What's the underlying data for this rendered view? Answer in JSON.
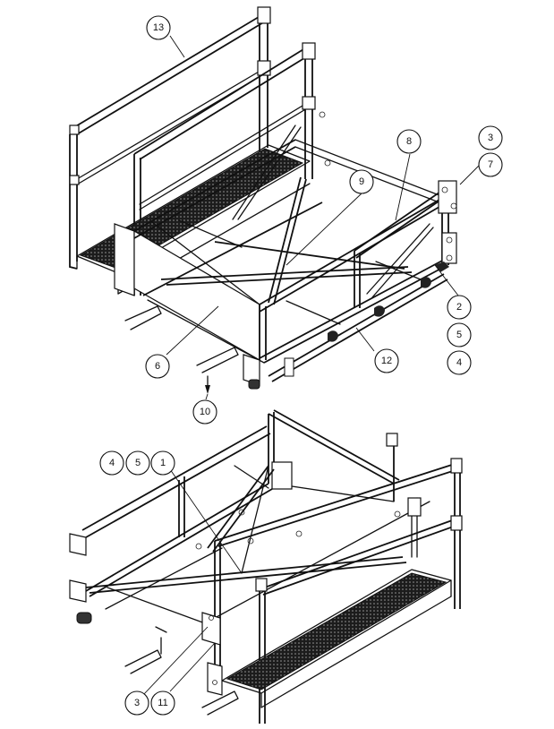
{
  "callouts": [
    {
      "id": "13",
      "label": "13"
    },
    {
      "id": "3a",
      "label": "3"
    },
    {
      "id": "8",
      "label": "8"
    },
    {
      "id": "7",
      "label": "7"
    },
    {
      "id": "9",
      "label": "9"
    },
    {
      "id": "2",
      "label": "2"
    },
    {
      "id": "5a",
      "label": "5"
    },
    {
      "id": "4a",
      "label": "4"
    },
    {
      "id": "12",
      "label": "12"
    },
    {
      "id": "6",
      "label": "6"
    },
    {
      "id": "10",
      "label": "10"
    },
    {
      "id": "4b",
      "label": "4"
    },
    {
      "id": "5b",
      "label": "5"
    },
    {
      "id": "1",
      "label": "1"
    },
    {
      "id": "3b",
      "label": "3"
    },
    {
      "id": "11",
      "label": "11"
    }
  ]
}
